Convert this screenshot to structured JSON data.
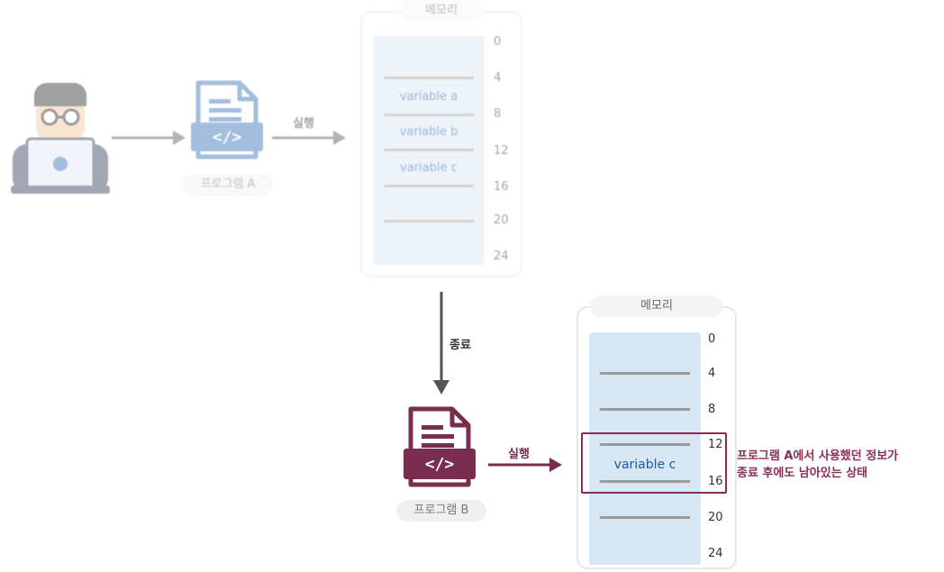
{
  "top": {
    "memory_title": "메모리",
    "ticks": [
      "0",
      "4",
      "8",
      "12",
      "16",
      "20",
      "24"
    ],
    "variables": [
      "variable a",
      "variable b",
      "variable c"
    ],
    "program_label": "프로그램 A",
    "run_label": "실행"
  },
  "terminate_label": "종료",
  "bottom": {
    "memory_title": "메모리",
    "ticks": [
      "0",
      "4",
      "8",
      "12",
      "16",
      "20",
      "24"
    ],
    "variable": "variable c",
    "program_label": "프로그램 B",
    "run_label": "실행",
    "note_line1": "프로그램 A에서 사용했던 정보가",
    "note_line2": "종료 후에도 남아있는 상태"
  },
  "colors": {
    "program_a": "#2f6db3",
    "program_b": "#7a2e4f",
    "highlight": "#8a2e55",
    "memory_fill": "#d6e6f2"
  },
  "icons": {
    "developer": "developer-laptop-icon",
    "program_file": "code-file-icon"
  }
}
